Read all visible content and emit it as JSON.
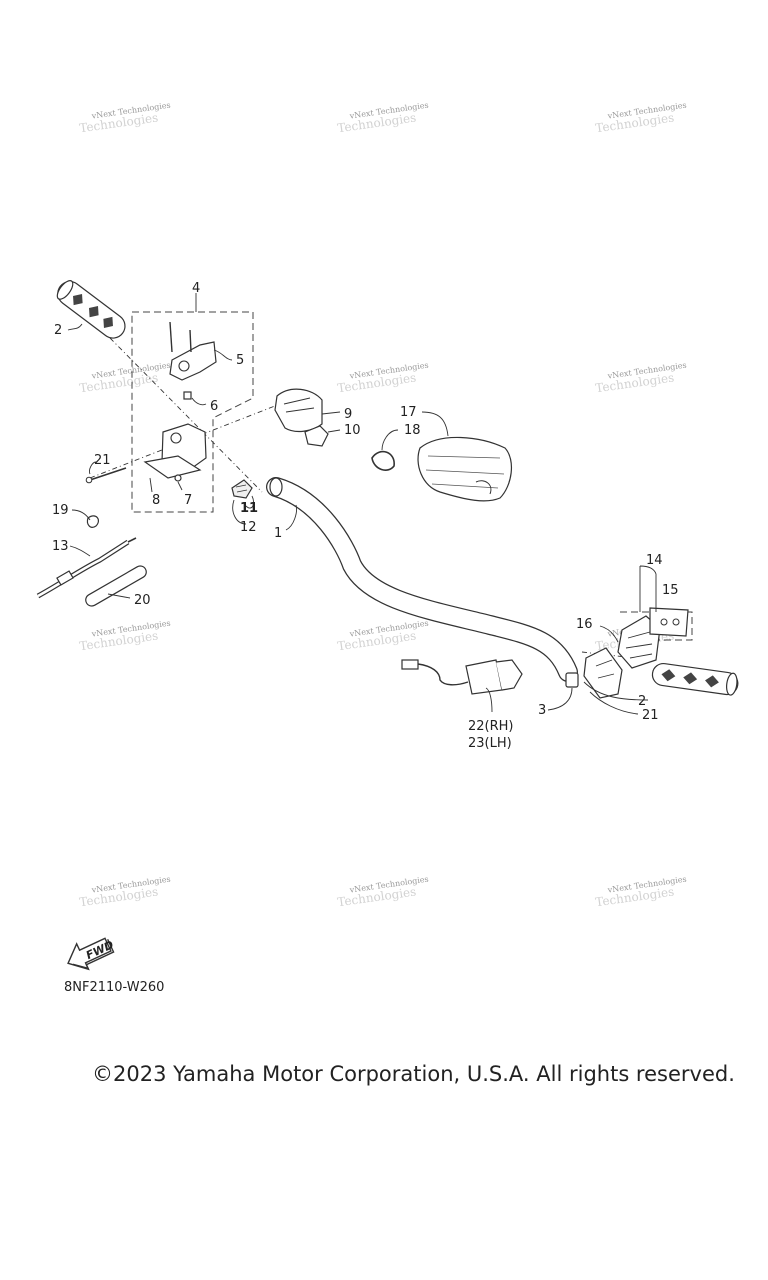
{
  "watermark": {
    "line1": "vNext Technologies",
    "line2": "Technologies"
  },
  "callouts": {
    "c1": "1",
    "c2a": "2",
    "c2b": "2",
    "c3": "3",
    "c4": "4",
    "c5": "5",
    "c6": "6",
    "c7": "7",
    "c8": "8",
    "c9": "9",
    "c10": "10",
    "c11": "11",
    "c12": "12",
    "c13": "13",
    "c14": "14",
    "c15": "15",
    "c16": "16",
    "c17": "17",
    "c18": "18",
    "c19": "19",
    "c20": "20",
    "c21a": "21",
    "c21b": "21",
    "c22": "22(RH)",
    "c23": "23(LH)"
  },
  "fwd_label": "FWD",
  "diagram_code": "8NF2110-W260",
  "copyright": "©2023 Yamaha Motor Corporation, U.S.A. All rights reserved."
}
